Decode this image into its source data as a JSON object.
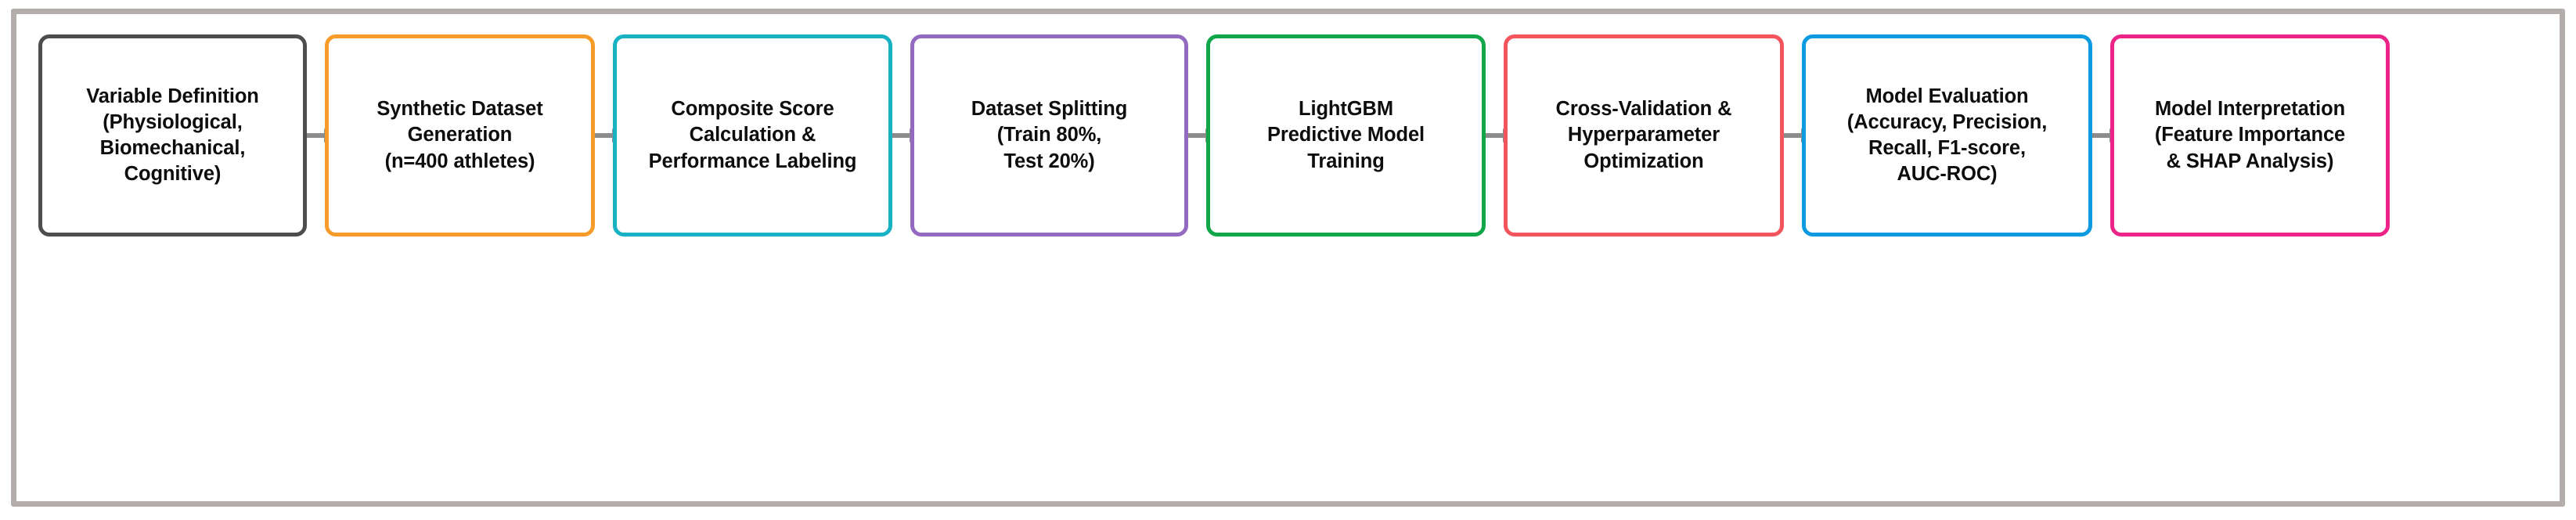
{
  "figure": {
    "type": "flowchart",
    "orientation": "horizontal-left-to-right",
    "frame_color": "#b3adab",
    "background_color": "#ffffff",
    "arrow_color": "#8c8c8c",
    "text_color": "#0d0d0d",
    "arrow_icon": "right-arrow-icon"
  },
  "stages": [
    {
      "index": 1,
      "name": "variable-definition",
      "label": "Variable Definition\n(Physiological,\nBiomechanical,\nCognitive)",
      "border_color": "#4d4d4d"
    },
    {
      "index": 2,
      "name": "synthetic-dataset-generation",
      "label": "Synthetic Dataset\nGeneration\n(n=400 athletes)",
      "border_color": "#f79c2a"
    },
    {
      "index": 3,
      "name": "composite-score-calculation",
      "label": "Composite Score\nCalculation &\nPerformance Labeling",
      "border_color": "#18b2c4"
    },
    {
      "index": 4,
      "name": "dataset-splitting",
      "label": "Dataset Splitting\n(Train 80%,\nTest 20%)",
      "border_color": "#9369c2"
    },
    {
      "index": 5,
      "name": "lightgbm-model-training",
      "label": "LightGBM\nPredictive Model\nTraining",
      "border_color": "#11a64a"
    },
    {
      "index": 6,
      "name": "cross-validation-hyperparameter-optimization",
      "label": "Cross-Validation &\nHyperparameter\nOptimization",
      "border_color": "#f4555c"
    },
    {
      "index": 7,
      "name": "model-evaluation",
      "label": "Model Evaluation\n(Accuracy, Precision,\nRecall, F1-score,\nAUC-ROC)",
      "border_color": "#0d9ae0"
    },
    {
      "index": 8,
      "name": "model-interpretation",
      "label": "Model Interpretation\n(Feature Importance\n& SHAP Analysis)",
      "border_color": "#ec2487"
    }
  ],
  "connectors": [
    {
      "name": "arrow-1-to-2",
      "from": "variable-definition",
      "to": "synthetic-dataset-generation"
    },
    {
      "name": "arrow-2-to-3",
      "from": "synthetic-dataset-generation",
      "to": "composite-score-calculation"
    },
    {
      "name": "arrow-3-to-4",
      "from": "composite-score-calculation",
      "to": "dataset-splitting"
    },
    {
      "name": "arrow-4-to-5",
      "from": "dataset-splitting",
      "to": "lightgbm-model-training"
    },
    {
      "name": "arrow-5-to-6",
      "from": "lightgbm-model-training",
      "to": "cross-validation-hyperparameter-optimization"
    },
    {
      "name": "arrow-6-to-7",
      "from": "cross-validation-hyperparameter-optimization",
      "to": "model-evaluation"
    },
    {
      "name": "arrow-7-to-8",
      "from": "model-evaluation",
      "to": "model-interpretation"
    }
  ]
}
